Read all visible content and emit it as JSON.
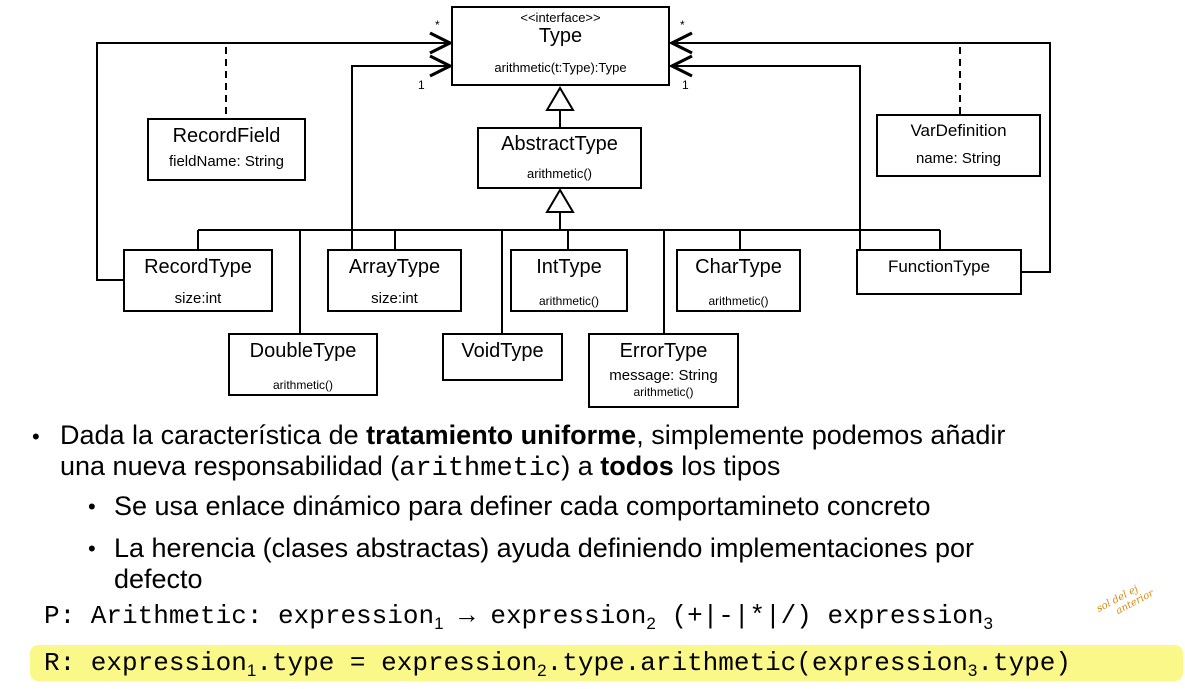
{
  "diagram": {
    "type_box": {
      "stereotype": "<<interface>>",
      "name": "Type",
      "method": "arithmetic(t:Type):Type"
    },
    "abstract_type": {
      "name": "AbstractType",
      "method": "arithmetic()"
    },
    "record_field": {
      "name": "RecordField",
      "attr": "fieldName: String"
    },
    "var_definition": {
      "name": "VarDefinition",
      "attr": "name: String"
    },
    "record_type": {
      "name": "RecordType",
      "attr": "size:int"
    },
    "array_type": {
      "name": "ArrayType",
      "attr": "size:int"
    },
    "int_type": {
      "name": "IntType",
      "method": "arithmetic()"
    },
    "char_type": {
      "name": "CharType",
      "method": "arithmetic()"
    },
    "function_type": {
      "name": "FunctionType"
    },
    "double_type": {
      "name": "DoubleType",
      "method": "arithmetic()"
    },
    "void_type": {
      "name": "VoidType"
    },
    "error_type": {
      "name": "ErrorType",
      "attr": "message: String",
      "method": "arithmetic()"
    },
    "multiplicities": {
      "left_many": "*",
      "right_many": "*",
      "left_one": "1",
      "right_one": "1"
    }
  },
  "bullets": {
    "b1_pre": "Dada la característica de ",
    "b1_bold1": "tratamiento uniforme",
    "b1_mid": ", simplemente podemos añadir",
    "b1_line2_pre": "una nueva responsabilidad (",
    "b1_code": "arithmetic",
    "b1_line2_mid": ") a ",
    "b1_bold2": "todos",
    "b1_line2_post": " los tipos",
    "b2": "Se usa enlace dinámico para definer cada comportamineto concreto",
    "b3_line1": "La herencia (clases abstractas) ayuda definiendo implementaciones por",
    "b3_line2": "defecto"
  },
  "rules": {
    "p_prefix": "P: Arithmetic: expression",
    "p_sub1": "1",
    "p_arrow": " → expression",
    "p_sub2": "2",
    "p_ops": " (+|-|*|/) expression",
    "p_sub3": "3",
    "r_prefix": "R: expression",
    "r_sub1": "1",
    "r_mid1": ".type = expression",
    "r_sub2": "2",
    "r_mid2": ".type.arithmetic(expression",
    "r_sub3": "3",
    "r_end": ".type)"
  },
  "annotation": {
    "line1": "sol del ej",
    "line2": "anterior"
  },
  "colors": {
    "highlight": "#fbf88a",
    "annotation": "#d98a10"
  }
}
